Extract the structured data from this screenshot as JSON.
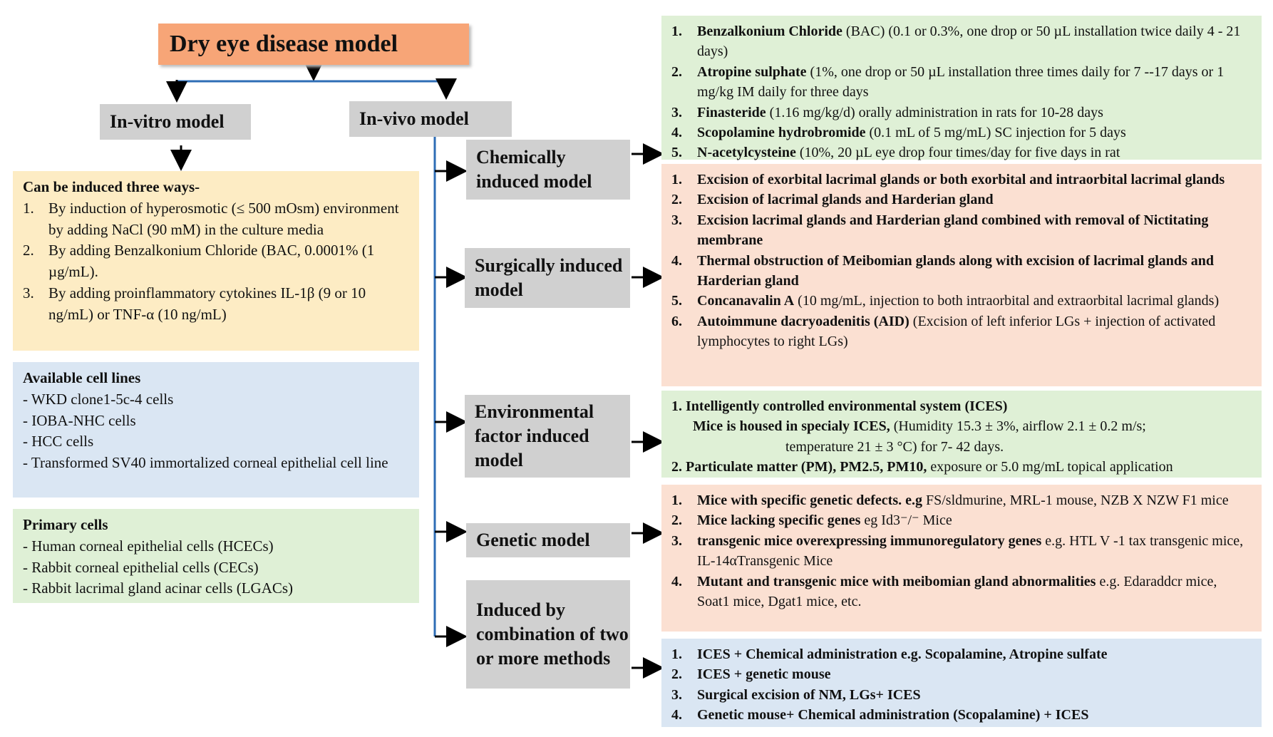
{
  "title": "Dry eye disease model",
  "in_vitro": {
    "label": "In-vitro model",
    "induced": {
      "heading": "Can be induced three ways-",
      "items": [
        {
          "num": "1.",
          "text": "By induction of hyperosmotic (≤ 500 mOsm) environment by adding NaCl (90 mM) in the culture media"
        },
        {
          "num": "2.",
          "text": "By adding Benzalkonium Chloride (BAC, 0.0001% (1 µg/mL)."
        },
        {
          "num": "3.",
          "text": "By adding proinflammatory cytokines IL-1β (9 or 10 ng/mL) or TNF-α (10 ng/mL)"
        }
      ]
    },
    "cell_lines": {
      "heading": "Available cell lines",
      "items": [
        "- WKD clone1-5c-4 cells",
        "- IOBA-NHC cells",
        "- HCC cells",
        "- Transformed SV40 immortalized corneal epithelial cell line"
      ]
    },
    "primary_cells": {
      "heading": "Primary cells",
      "items": [
        "- Human corneal epithelial cells (HCECs)",
        "- Rabbit corneal epithelial cells (CECs)",
        "- Rabbit lacrimal gland acinar cells (LGACs)"
      ]
    }
  },
  "in_vivo": {
    "label": "In-vivo model",
    "chemical": {
      "label": "Chemically induced model",
      "items": [
        {
          "num": "1.",
          "bold": "Benzalkonium Chloride",
          "text": " (BAC) (0.1 or 0.3%, one drop or 50 µL installation twice daily 4 - 21 days)"
        },
        {
          "num": "2.",
          "bold": "Atropine sulphate",
          "text": " (1%, one drop or 50 µL installation three times daily for 7 --17 days or 1 mg/kg IM daily for three days"
        },
        {
          "num": "3.",
          "bold": "Finasteride",
          "text": " (1.16 mg/kg/d) orally administration in rats for 10-28 days"
        },
        {
          "num": "4.",
          "bold": "Scopolamine hydrobromide",
          "text": " (0.1 mL of 5 mg/mL) SC injection for 5 days"
        },
        {
          "num": "5.",
          "bold": "N-acetylcysteine",
          "text": " (10%, 20 µL eye drop four times/day for five days in rat"
        }
      ]
    },
    "surgical": {
      "label": "Surgically induced model",
      "items": [
        {
          "num": "1.",
          "bold": "Excision of exorbital lacrimal glands or both exorbital and intraorbital lacrimal glands",
          "text": ""
        },
        {
          "num": "2.",
          "bold": "Excision of lacrimal glands and Harderian gland",
          "text": ""
        },
        {
          "num": "3.",
          "bold": "Excision lacrimal glands and Harderian gland combined with removal of Nictitating membrane",
          "text": ""
        },
        {
          "num": "4.",
          "bold": "Thermal obstruction of Meibomian glands along with excision of lacrimal glands and Harderian gland",
          "text": ""
        },
        {
          "num": "5.",
          "bold": "Concanavalin A",
          "text": " (10 mg/mL, injection to both intraorbital and extraorbital lacrimal glands)"
        },
        {
          "num": "6.",
          "bold": "Autoimmune dacryoadenitis (AID)",
          "text": " (Excision of left inferior LGs + injection of activated lymphocytes to right LGs)"
        }
      ]
    },
    "environmental": {
      "label": "Environmental factor induced model",
      "item1": "1. Intelligently controlled environmental system (ICES)",
      "item1_bold_b": "Mice is housed in specialy ICES,",
      "item1_detail_a": " (Humidity 15.3 ± 3%, airflow 2.1 ± 0.2 m/s;",
      "item1_detail_b": "temperature 21 ± 3 °C) for 7- 42 days.",
      "item2_bold": "2. Particulate matter (PM), PM2.5, PM10,",
      "item2_text": " exposure or 5.0 mg/mL topical application"
    },
    "genetic": {
      "label": "Genetic model",
      "items": [
        {
          "num": "1.",
          "bold": "Mice with specific genetic defects. e.g",
          "text": " FS/sldmurine, MRL-1 mouse, NZB X NZW F1 mice"
        },
        {
          "num": "2.",
          "bold": "Mice lacking specific genes",
          "text": " eg Id3⁻/⁻ Mice"
        },
        {
          "num": "3.",
          "bold": "transgenic mice overexpressing immunoregulatory genes",
          "text": " e.g. HTL V -1 tax transgenic mice, IL-14αTransgenic Mice"
        },
        {
          "num": "4.",
          "bold": "Mutant and transgenic mice with meibomian gland abnormalities",
          "text": " e.g. Edaraddcr mice, Soat1 mice, Dgat1 mice, etc."
        }
      ]
    },
    "combination": {
      "label": "Induced by combination of two or more methods",
      "items": [
        {
          "num": "1.",
          "bold": "ICES + Chemical administration e.g. Scopalamine, Atropine sulfate",
          "text": ""
        },
        {
          "num": "2.",
          "bold": "ICES + genetic mouse",
          "text": ""
        },
        {
          "num": "3.",
          "bold": "Surgical excision of NM, LGs+ ICES",
          "text": ""
        },
        {
          "num": "4.",
          "bold": "Genetic mouse+ Chemical administration (Scopalamine) + ICES",
          "text": ""
        }
      ]
    }
  },
  "colors": {
    "title_bg": "#f7a577",
    "gray_box": "#d0d0d0",
    "yellow_panel": "#fdecc4",
    "blue_panel": "#dae6f3",
    "green_panel": "#dff0d6",
    "salmon_panel": "#fbe0d2",
    "connector_blue": "#2e6db5"
  }
}
